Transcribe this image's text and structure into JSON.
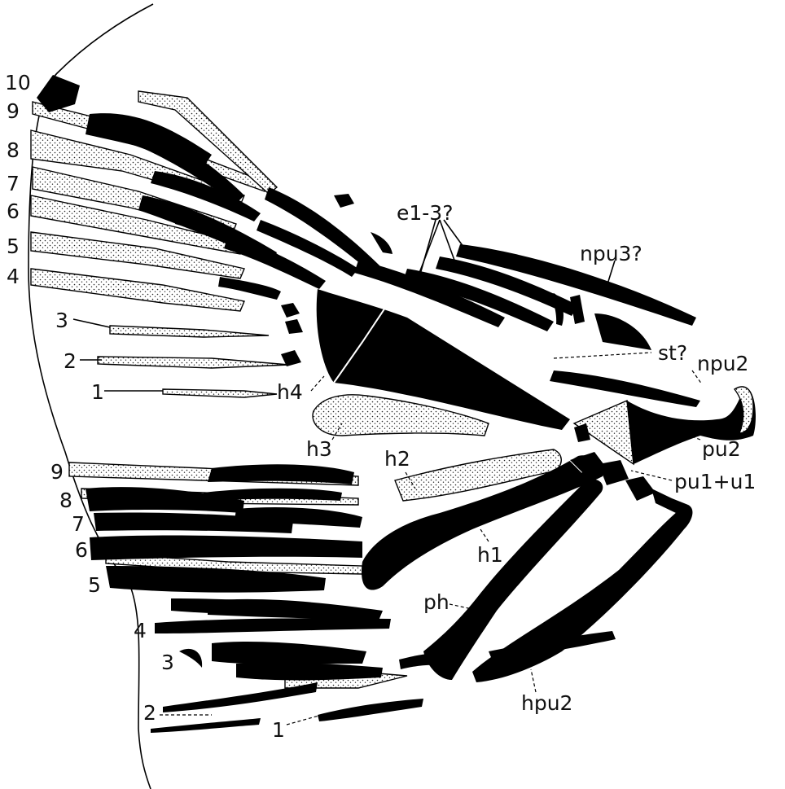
{
  "labels": {
    "upper_rays": [
      "10",
      "9",
      "8",
      "7",
      "6",
      "5",
      "4",
      "3",
      "2",
      "1"
    ],
    "lower_rays": [
      "9",
      "8",
      "7",
      "6",
      "5",
      "4",
      "3",
      "2",
      "1"
    ],
    "structures": {
      "e": "e1-3?",
      "npu3": "npu3?",
      "st": "st?",
      "npu2": "npu2",
      "pu2": "pu2",
      "pu1u1": "pu1+u1",
      "h4": "h4",
      "h3": "h3",
      "h2": "h2",
      "h1": "h1",
      "ph": "ph",
      "hpu2": "hpu2"
    }
  },
  "colors": {
    "ink": "#000000",
    "paper": "#ffffff"
  }
}
